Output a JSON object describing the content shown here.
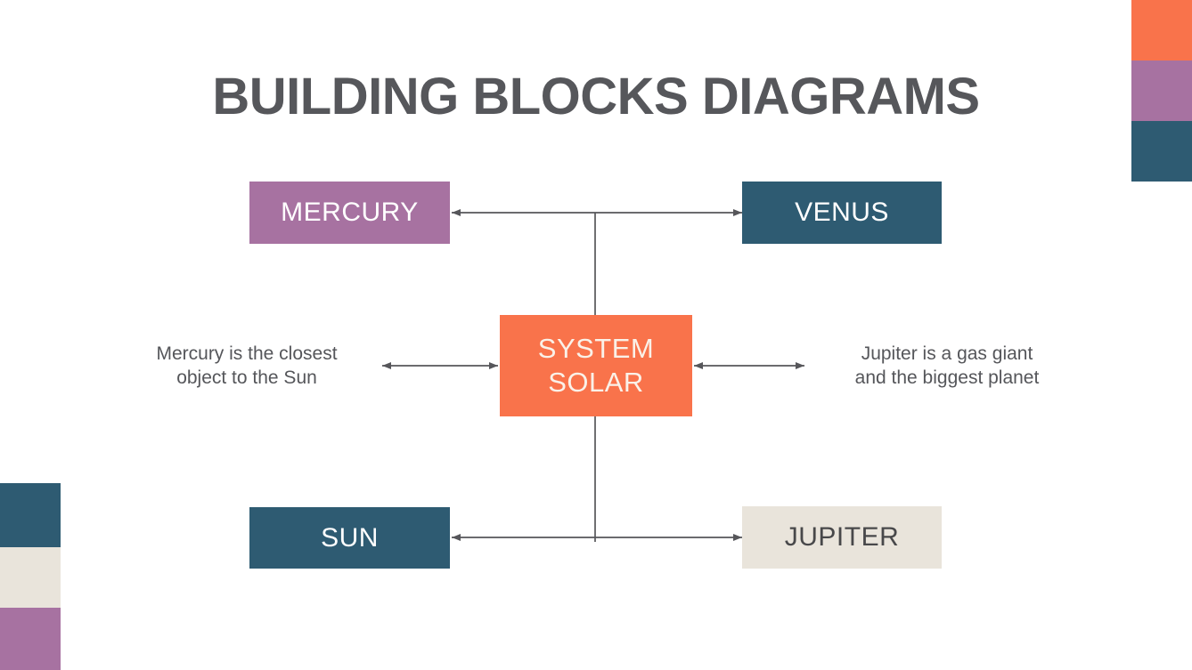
{
  "colors": {
    "background": "#FFFFFF",
    "orange": "#F9734B",
    "purple": "#A772A1",
    "teal": "#2E5B72",
    "cream": "#E9E4DB",
    "title_text": "#56575B",
    "body_text": "#55565A",
    "node_text_light": "#FFFFFF",
    "node_text_cream": "#FAF1E8",
    "node_text_dark": "#48484A",
    "connector": "#56565A"
  },
  "slide": {
    "title": "BUILDING BLOCKS DIAGRAMS"
  },
  "nodes": {
    "mercury": {
      "label": "MERCURY"
    },
    "venus": {
      "label": "VENUS"
    },
    "center": {
      "line1": "SYSTEM",
      "line2": "SOLAR"
    },
    "sun": {
      "label": "SUN"
    },
    "jupiter": {
      "label": "JUPITER"
    }
  },
  "annotations": {
    "left": {
      "line1": "Mercury is the closest",
      "line2": "object to the Sun"
    },
    "right": {
      "line1": "Jupiter is a gas giant",
      "line2": "and the biggest planet"
    }
  }
}
